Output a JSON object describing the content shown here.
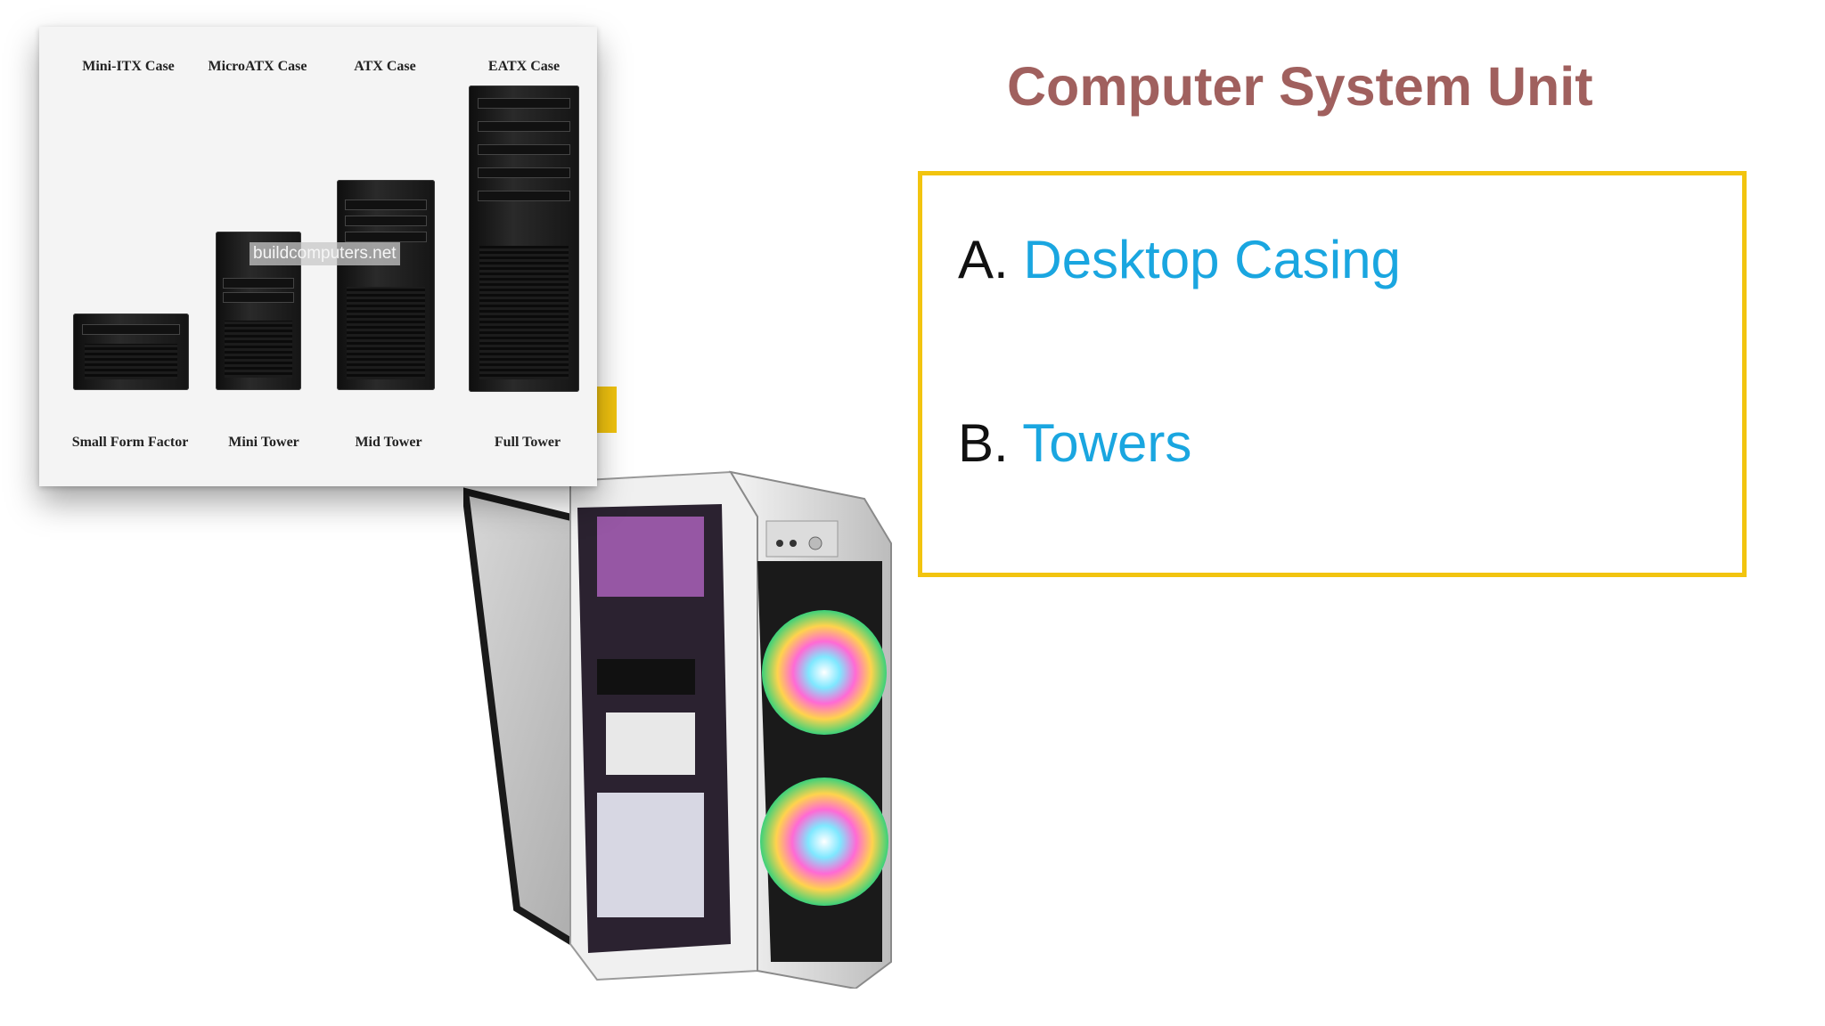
{
  "slide": {
    "title": "Computer System Unit",
    "items": [
      {
        "marker": "A.",
        "text": "Desktop Casing"
      },
      {
        "marker": "B.",
        "text": "Towers"
      }
    ],
    "accent_color": "#f2c40f",
    "title_color": "#a0605e",
    "item_color": "#1aa6e0"
  },
  "case_chart": {
    "columns": [
      {
        "top_label": "Mini-ITX Case",
        "bottom_label": "Small Form Factor"
      },
      {
        "top_label": "MicroATX Case",
        "bottom_label": "Mini Tower"
      },
      {
        "top_label": "ATX Case",
        "bottom_label": "Mid Tower"
      },
      {
        "top_label": "EATX Case",
        "bottom_label": "Full Tower"
      }
    ],
    "watermark": "buildcomputers.net"
  },
  "illustration": {
    "icon": "gaming-pc-case-image"
  }
}
